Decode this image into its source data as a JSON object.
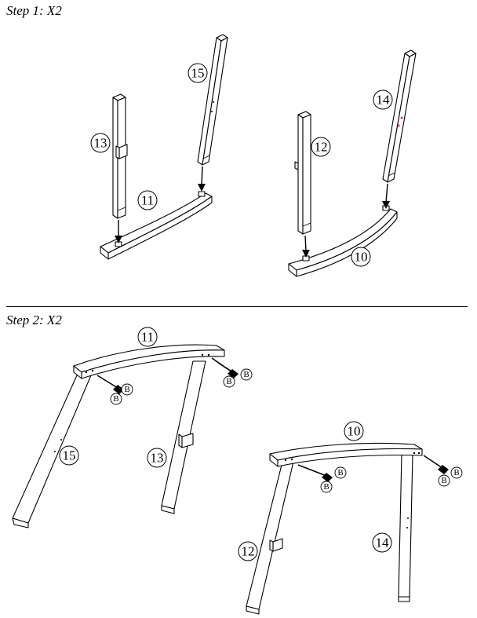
{
  "step1": {
    "title": "Step 1: X2"
  },
  "step2": {
    "title": "Step 2: X2"
  },
  "parts": {
    "p10": "10",
    "p11": "11",
    "p12": "12",
    "p13": "13",
    "p14": "14",
    "p15": "15"
  },
  "hardware": {
    "bolt": "B"
  },
  "colors": {
    "line": "#000000",
    "paper": "#ffffff",
    "marker": "#d0202a"
  }
}
